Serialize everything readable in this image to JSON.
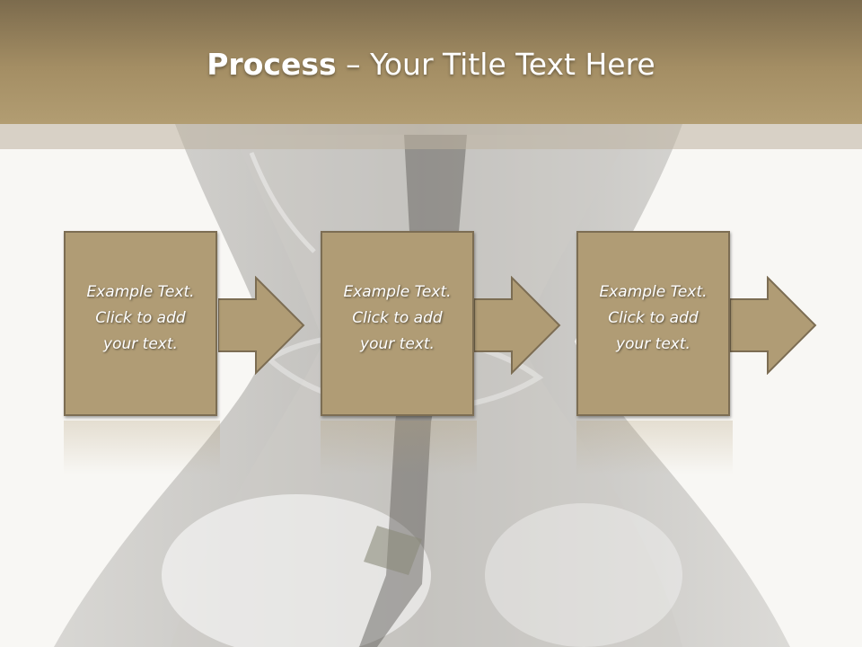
{
  "slide": {
    "title_bold": "Process",
    "title_rest": " – Your Title Text Here",
    "accent_color": "#b09c75",
    "header_color": "#a48e64",
    "border_color": "#7c6d53"
  },
  "steps": [
    {
      "text": "Example Text.\nClick  to add\nyour text."
    },
    {
      "text": "Example Text.\nClick  to add\nyour text."
    },
    {
      "text": "Example Text.\nClick  to add\nyour text."
    }
  ],
  "icons": [
    "right-arrow-icon",
    "right-arrow-icon",
    "right-arrow-icon"
  ]
}
